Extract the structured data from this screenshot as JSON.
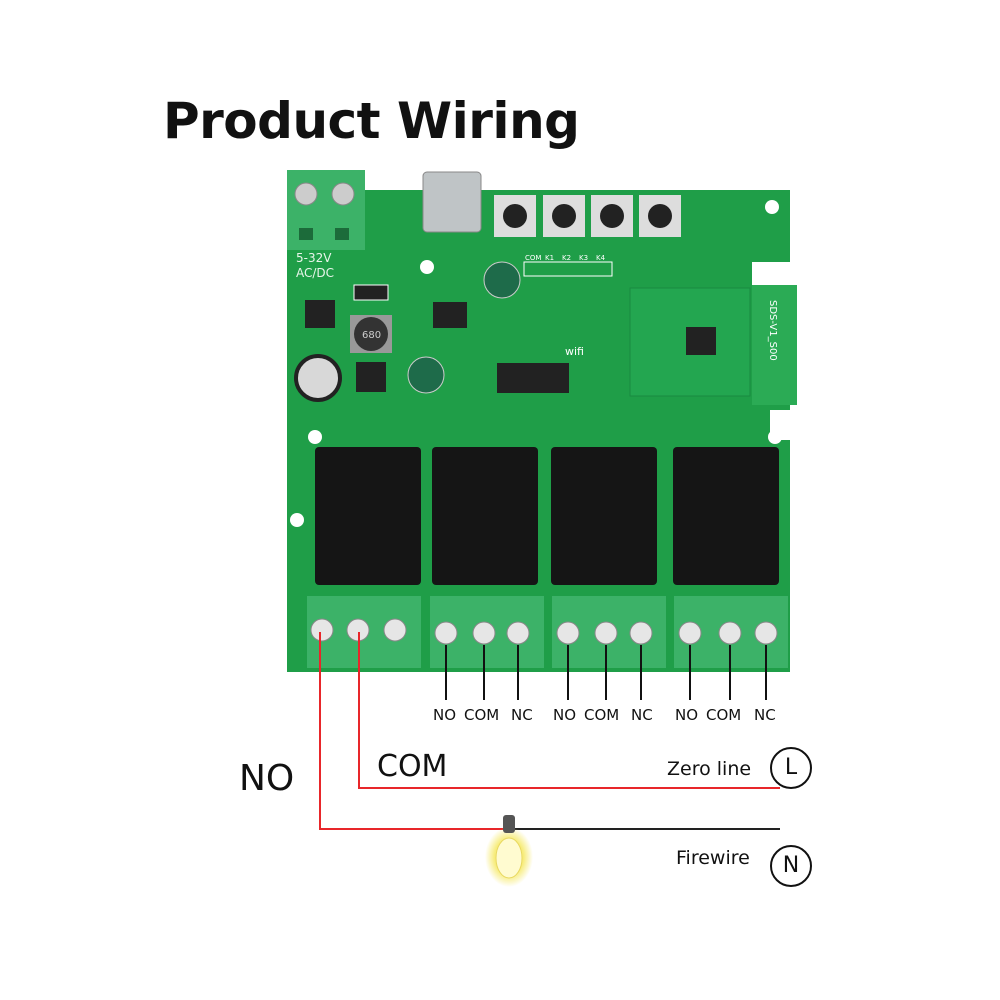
{
  "title": "Product Wiring",
  "board": {
    "power_label_line1": "5-32V",
    "power_label_line2": "AC/DC",
    "pin_labels": [
      "COM",
      "K1",
      "K2",
      "K3",
      "K4"
    ],
    "wifi_label": "wifi",
    "module_label": "SDS-V1_S00",
    "inductor_label": "680",
    "relay_count": 4,
    "button_count": 4,
    "colors": {
      "pcb": "#1f9e48",
      "terminal": "#3cb268",
      "relay": "#151515",
      "wire_live": "#e8262a",
      "wire_neutral": "#222222"
    }
  },
  "terminal_labels": [
    [
      "NO",
      "COM",
      "NC"
    ],
    [
      "NO",
      "COM",
      "NC"
    ],
    [
      "NO",
      "COM",
      "NC"
    ]
  ],
  "wiring": {
    "no_label": "NO",
    "com_label": "COM",
    "zero_line_label": "Zero line",
    "zero_line_symbol": "L",
    "firewire_label": "Firewire",
    "firewire_symbol": "N",
    "load_icon": "light-bulb-icon"
  }
}
